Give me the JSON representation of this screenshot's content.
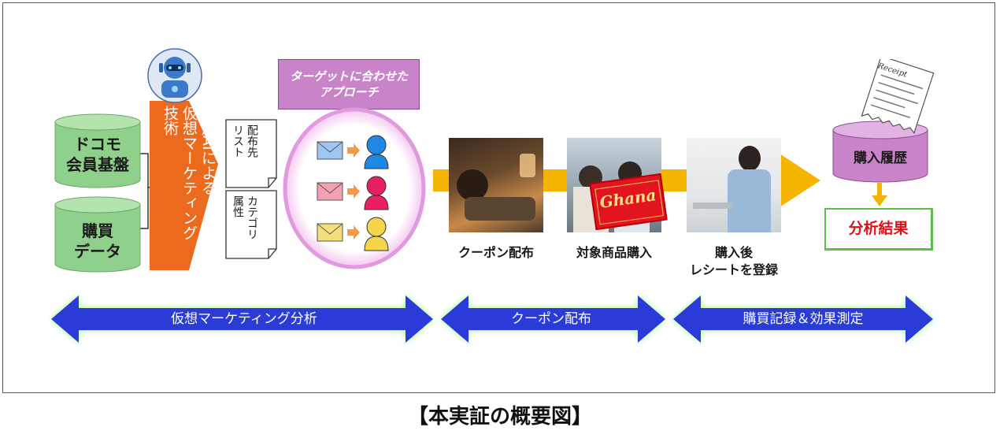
{
  "sources": {
    "docomo": "ドコモ\n会員基盤",
    "purchase": "購買\nデータ"
  },
  "ai_block": {
    "label": "生成AIによる\n仮想マーケティング\n技術"
  },
  "documents": {
    "list": "配布先\nリスト",
    "category": "カテゴリ\n属性"
  },
  "target": {
    "title": "ターゲットに合わせた\nアプローチ",
    "rows": [
      {
        "envelope_color": "#9fc5f0",
        "person_color": "#1e88e5"
      },
      {
        "envelope_color": "#f4a0b3",
        "person_color": "#e91e63"
      },
      {
        "envelope_color": "#f6df7a",
        "person_color": "#f5d64a"
      }
    ]
  },
  "steps": [
    {
      "label": "クーポン配布"
    },
    {
      "label": "対象商品購入",
      "product_text": "Ghana"
    },
    {
      "label": "購入後\nレシートを登録"
    }
  ],
  "receipt_text": "Receipt",
  "history": {
    "label": "購入履歴"
  },
  "result": {
    "label": "分析結果"
  },
  "bands": [
    {
      "label": "仮想マーケティング分析"
    },
    {
      "label": "クーポン配布"
    },
    {
      "label": "購買記録＆効果測定"
    }
  ],
  "colors": {
    "cylinder_green": "#8fd08c",
    "ai_orange": "#ec6a1e",
    "title_purple": "#c983c9",
    "flow_arrow": "#f5b400",
    "band_blue": "#2a3bd8",
    "result_green": "#5bbf4a",
    "result_red": "#e0101a"
  },
  "caption": "【本実証の概要図】"
}
